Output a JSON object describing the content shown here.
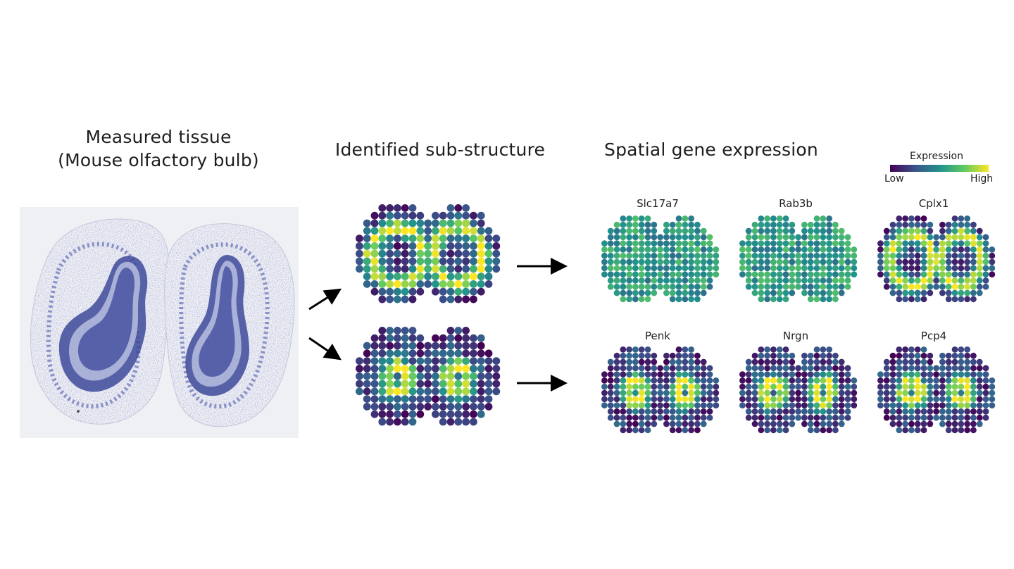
{
  "headings": {
    "tissue_line1": "Measured tissue",
    "tissue_line2": "(Mouse olfactory bulb)",
    "substructure": "Identified sub-structure",
    "spatial": "Spatial gene expression"
  },
  "legend": {
    "title": "Expression",
    "low": "Low",
    "high": "High",
    "colors": [
      "#440154",
      "#3b528b",
      "#21918c",
      "#5ec962",
      "#fde725"
    ]
  },
  "genes": [
    {
      "name": "Slc17a7",
      "row": 0,
      "col": 0
    },
    {
      "name": "Rab3b",
      "row": 0,
      "col": 1
    },
    {
      "name": "Cplx1",
      "row": 0,
      "col": 2
    },
    {
      "name": "Penk",
      "row": 1,
      "col": 0
    },
    {
      "name": "Nrgn",
      "row": 1,
      "col": 1
    },
    {
      "name": "Pcp4",
      "row": 1,
      "col": 2
    }
  ],
  "tissue_image": {
    "stain_color": "#2e3a8c",
    "background": "#eef0f3"
  }
}
